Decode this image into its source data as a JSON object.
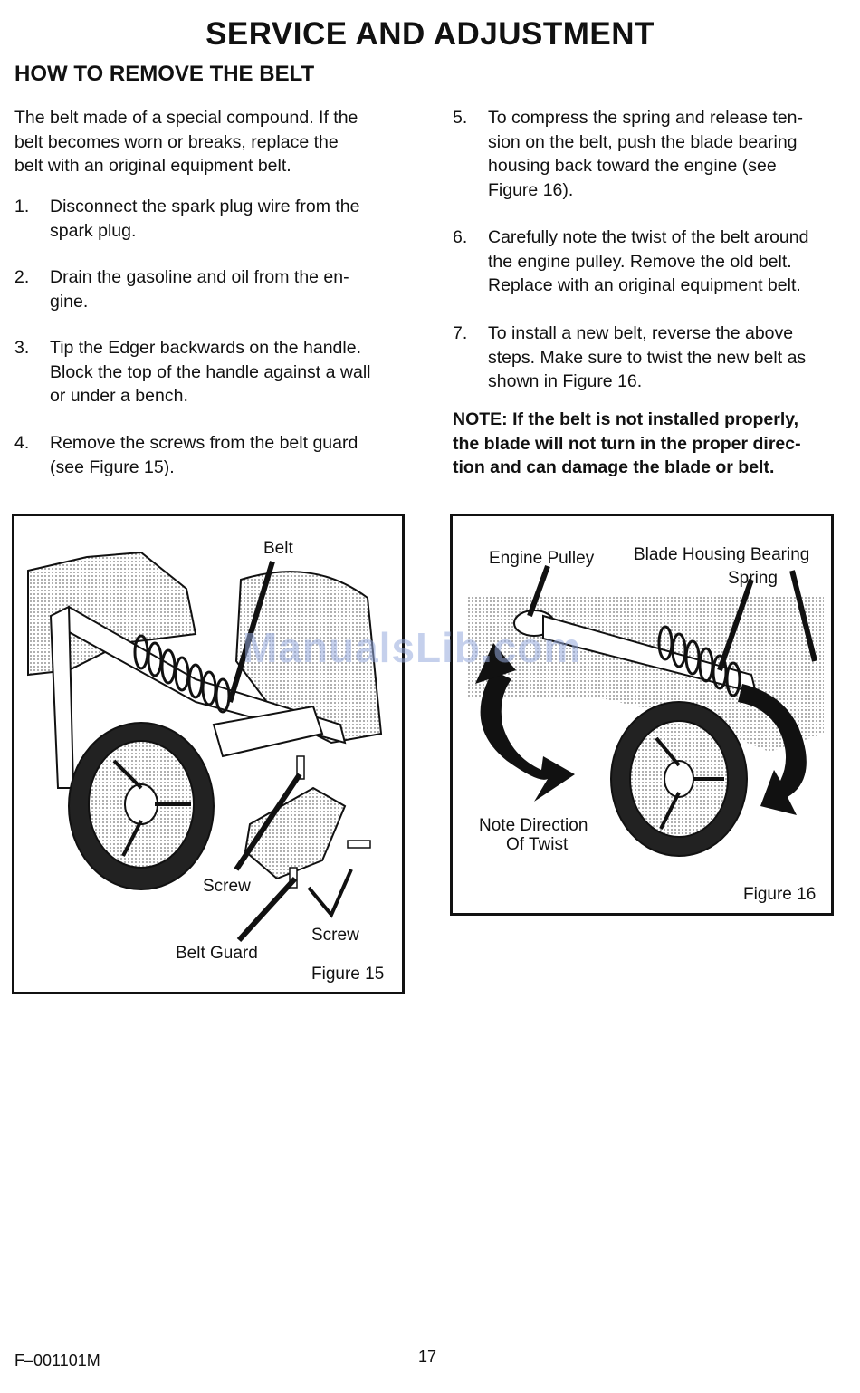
{
  "page": {
    "title": "SERVICE AND ADJUSTMENT",
    "section_title": "HOW TO REMOVE THE BELT",
    "page_number": "17",
    "doc_code": "F–001101M",
    "watermark": "ManualsLib.com"
  },
  "left_column": {
    "intro": [
      "The belt made of a special compound. If the",
      "belt becomes worn or breaks, replace the",
      "belt with an original equipment belt."
    ],
    "steps": [
      {
        "num": "1.",
        "lines": [
          "Disconnect the spark plug wire from the",
          "spark plug."
        ]
      },
      {
        "num": "2.",
        "lines": [
          "Drain the gasoline and oil from the en-",
          "gine."
        ]
      },
      {
        "num": "3.",
        "lines": [
          "Tip the Edger backwards on the handle.",
          "Block the top of the handle against a wall",
          "or under a bench."
        ]
      },
      {
        "num": "4.",
        "lines": [
          "Remove the screws from the belt guard",
          "(see Figure 15)."
        ]
      }
    ]
  },
  "right_column": {
    "steps": [
      {
        "num": "5.",
        "lines": [
          "To compress the spring and release ten-",
          "sion on the belt, push the blade bearing",
          "housing back toward the engine (see",
          "Figure 16)."
        ]
      },
      {
        "num": "6.",
        "lines": [
          "Carefully note the twist of the belt around",
          "the engine pulley. Remove the old belt.",
          "Replace with an original equipment belt."
        ]
      },
      {
        "num": "7.",
        "lines": [
          "To install a new belt, reverse the above",
          "steps. Make sure to twist the new belt as",
          "shown in Figure 16."
        ]
      }
    ],
    "note": [
      "NOTE: If the belt is not installed properly,",
      "the blade will not turn in the proper direc-",
      "tion and can damage the blade or belt."
    ]
  },
  "figure15": {
    "caption": "Figure 15",
    "labels": {
      "belt": "Belt",
      "screw1": "Screw",
      "screw2": "Screw",
      "belt_guard": "Belt Guard"
    }
  },
  "figure16": {
    "caption": "Figure 16",
    "labels": {
      "engine_pulley": "Engine Pulley",
      "blade_housing_bearing": "Blade Housing Bearing",
      "spring": "Spring",
      "note_direction": "Note Direction",
      "of_twist": "Of Twist"
    }
  }
}
